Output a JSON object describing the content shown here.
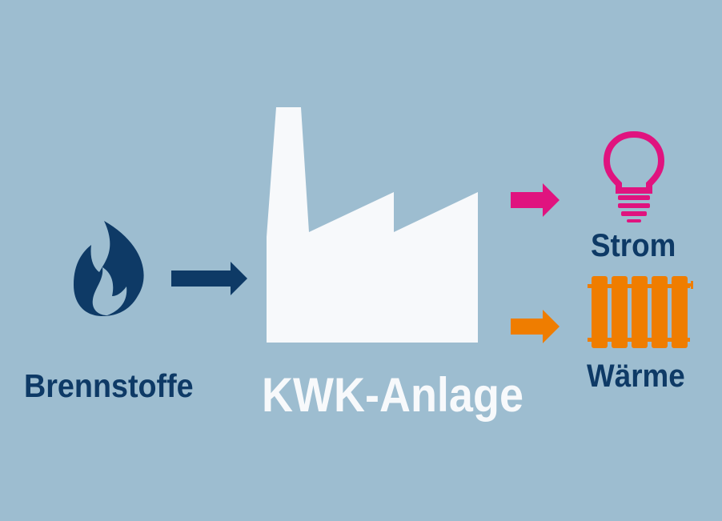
{
  "diagram": {
    "background_color": "#9dbdd0",
    "input": {
      "label": "Brennstoffe",
      "icon": "flame-icon",
      "color": "#0e3a66"
    },
    "plant": {
      "label": "KWK-Anlage",
      "icon": "factory-icon",
      "color": "#f7f9fb"
    },
    "outputs": [
      {
        "label": "Strom",
        "icon": "light-bulb-icon",
        "color": "#e0137f"
      },
      {
        "label": "Wärme",
        "icon": "radiator-icon",
        "color": "#ef7d00"
      }
    ],
    "arrow_colors": {
      "input": "#0e3a66",
      "power": "#e0137f",
      "heat": "#ef7d00"
    }
  }
}
